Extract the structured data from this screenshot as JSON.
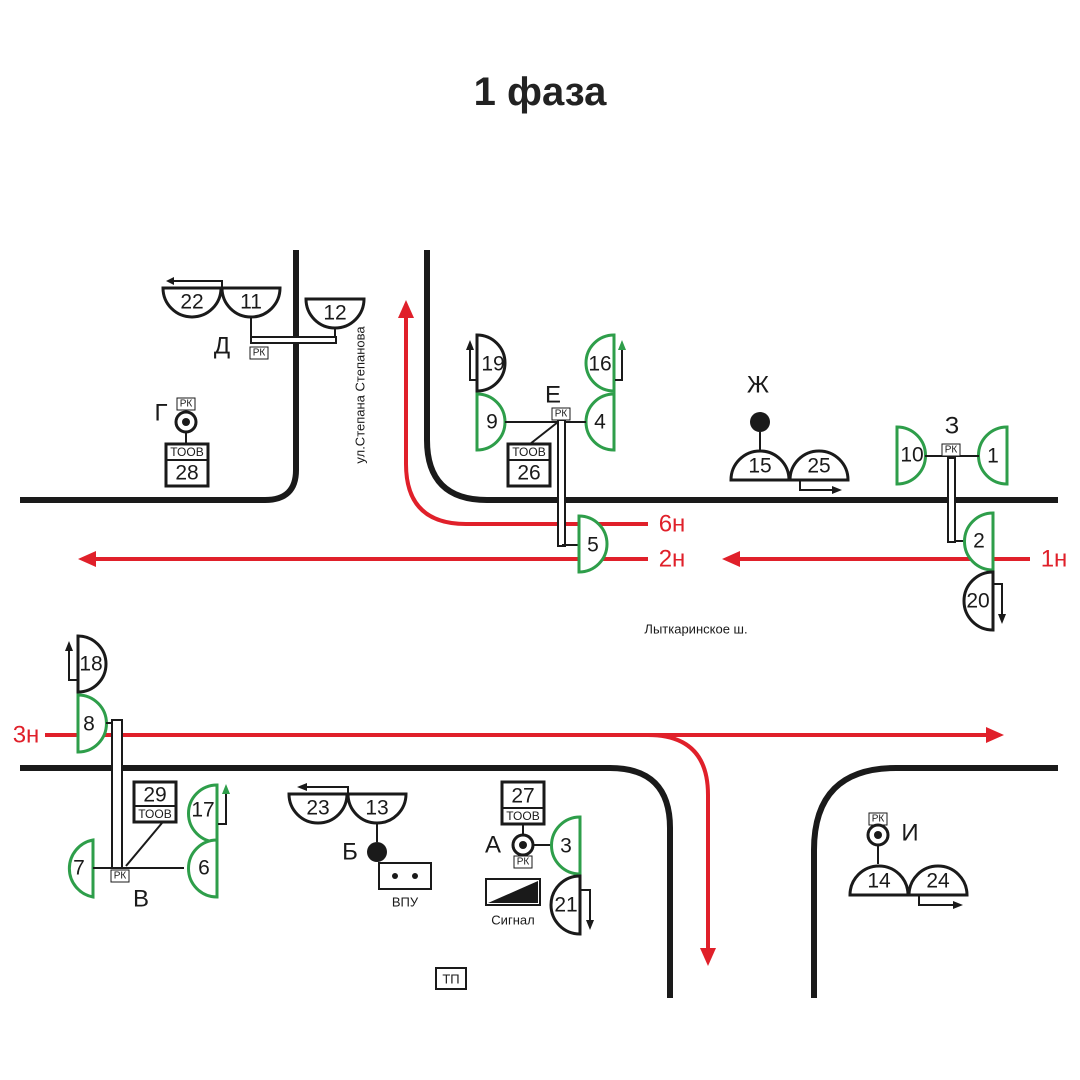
{
  "title": "1 фаза",
  "streets": {
    "side": "ул.Степана Степанова",
    "main": "Лыткаринское ш."
  },
  "posts": {
    "A": "А",
    "B": "Б",
    "V": "В",
    "G": "Г",
    "D": "Д",
    "E": "Е",
    "Zh": "Ж",
    "Z": "З",
    "I": "И"
  },
  "signals": {
    "s1": "1",
    "s2": "2",
    "s3": "3",
    "s4": "4",
    "s5": "5",
    "s6": "6",
    "s7": "7",
    "s8": "8",
    "s9": "9",
    "s10": "10",
    "s11": "11",
    "s12": "12",
    "s13": "13",
    "s14": "14",
    "s15": "15",
    "s16": "16",
    "s17": "17",
    "s18": "18",
    "s19": "19",
    "s20": "20",
    "s21": "21",
    "s22": "22",
    "s23": "23",
    "s24": "24",
    "s25": "25"
  },
  "toov": {
    "label": "ТООВ",
    "t26": "26",
    "t27": "27",
    "t28": "28",
    "t29": "29"
  },
  "rk": "РК",
  "vpu": "ВПУ",
  "tp": "ТП",
  "signal_label": "Сигнал",
  "flows": {
    "f1": "1н",
    "f2": "2н",
    "f3": "3н",
    "f6": "6н"
  },
  "colors": {
    "green": "#2e9e4a",
    "red": "#e0202a",
    "black": "#1a1a1a"
  }
}
